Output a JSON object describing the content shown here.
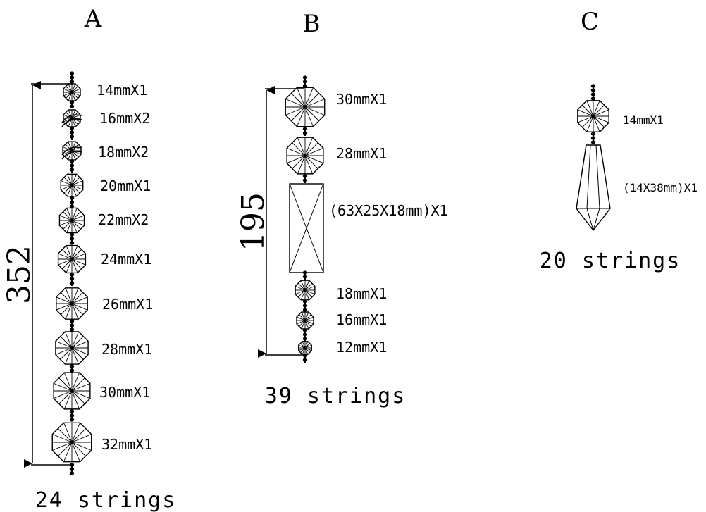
{
  "strands": {
    "a": {
      "title": "A",
      "length": "352",
      "count": "24 strings",
      "items": [
        "14mmX1",
        "16mmX2",
        "18mmX2",
        "20mmX1",
        "22mmX2",
        "24mmX1",
        "26mmX1",
        "28mmX1",
        "30mmX1",
        "32mmX1"
      ]
    },
    "b": {
      "title": "B",
      "length": "195",
      "count": "39 strings",
      "items": [
        "30mmX1",
        "28mmX1",
        "(63X25X18mm)X1",
        "18mmX1",
        "16mmX1",
        "12mmX1"
      ]
    },
    "c": {
      "title": "C",
      "count": "20 strings",
      "items": [
        "14mmX1",
        "(14X38mm)X1"
      ]
    }
  }
}
